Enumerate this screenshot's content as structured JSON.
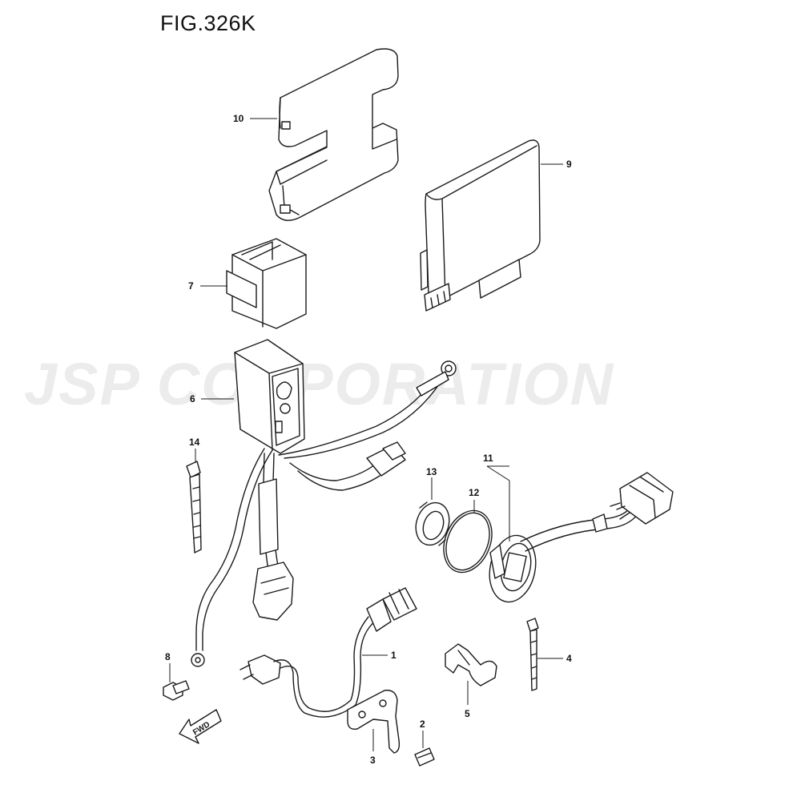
{
  "figure": {
    "title": "FIG.326K"
  },
  "watermark": {
    "text": "JSP CORPORATION"
  },
  "direction_arrow": {
    "label": "FWD"
  },
  "callouts": [
    {
      "id": "1",
      "label": "1"
    },
    {
      "id": "2",
      "label": "2"
    },
    {
      "id": "3",
      "label": "3"
    },
    {
      "id": "4",
      "label": "4"
    },
    {
      "id": "5",
      "label": "5"
    },
    {
      "id": "6",
      "label": "6"
    },
    {
      "id": "7",
      "label": "7"
    },
    {
      "id": "8",
      "label": "8"
    },
    {
      "id": "9",
      "label": "9"
    },
    {
      "id": "10",
      "label": "10"
    },
    {
      "id": "11",
      "label": "11"
    },
    {
      "id": "12",
      "label": "12"
    },
    {
      "id": "13",
      "label": "13"
    },
    {
      "id": "14",
      "label": "14"
    }
  ]
}
